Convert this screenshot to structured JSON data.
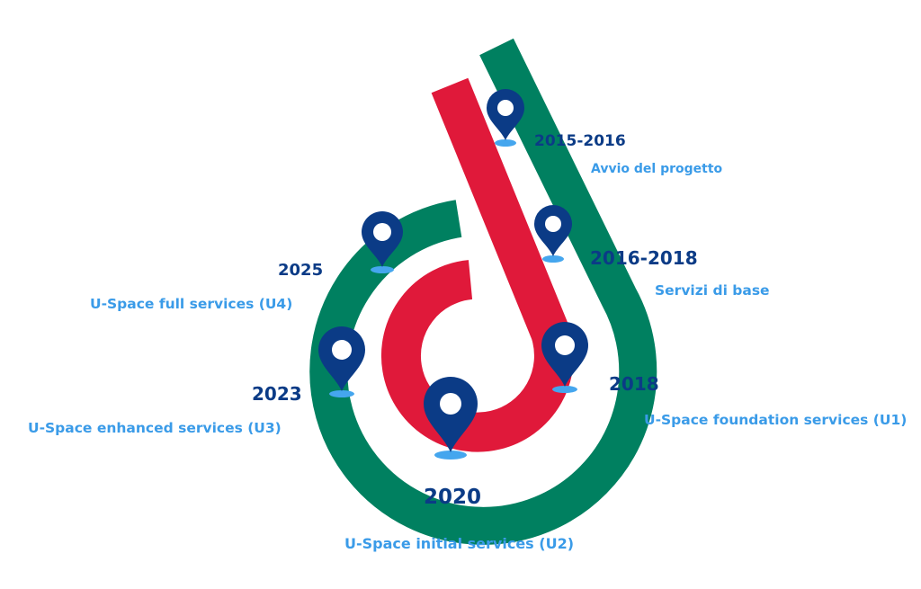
{
  "colors": {
    "green": "#008060",
    "red": "#e0193a",
    "pin_blue": "#0b3b86",
    "pin_shadow": "#45a6ee",
    "year_text": "#0b3b86",
    "label_text": "#3a9be8"
  },
  "milestones": [
    {
      "year": "2015-2016",
      "label": "Avvio del progetto"
    },
    {
      "year": "2016-2018",
      "label": "Servizi di base"
    },
    {
      "year": "2018",
      "label": "U-Space foundation services (U1)"
    },
    {
      "year": "2020",
      "label": "U-Space initial services (U2)"
    },
    {
      "year": "2023",
      "label": "U-Space enhanced services (U3)"
    },
    {
      "year": "2025",
      "label": "U-Space full services (U4)"
    }
  ],
  "pin_icon": "map-marker"
}
